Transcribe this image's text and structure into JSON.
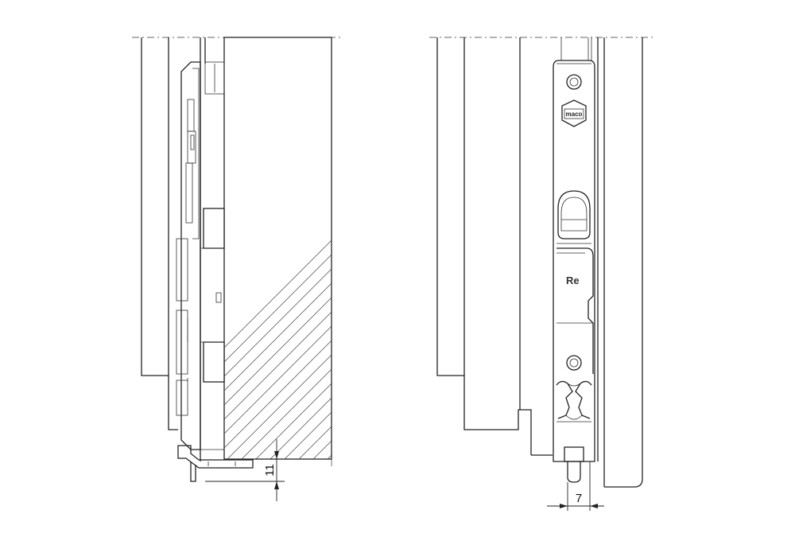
{
  "drawing": {
    "left_view": {
      "dimension_label": "11"
    },
    "right_view": {
      "dimension_label": "7",
      "side_marking": "Re",
      "logo_text": "maco"
    }
  },
  "colors": {
    "line": "#222222",
    "background": "#ffffff",
    "hatch": "#444444"
  }
}
